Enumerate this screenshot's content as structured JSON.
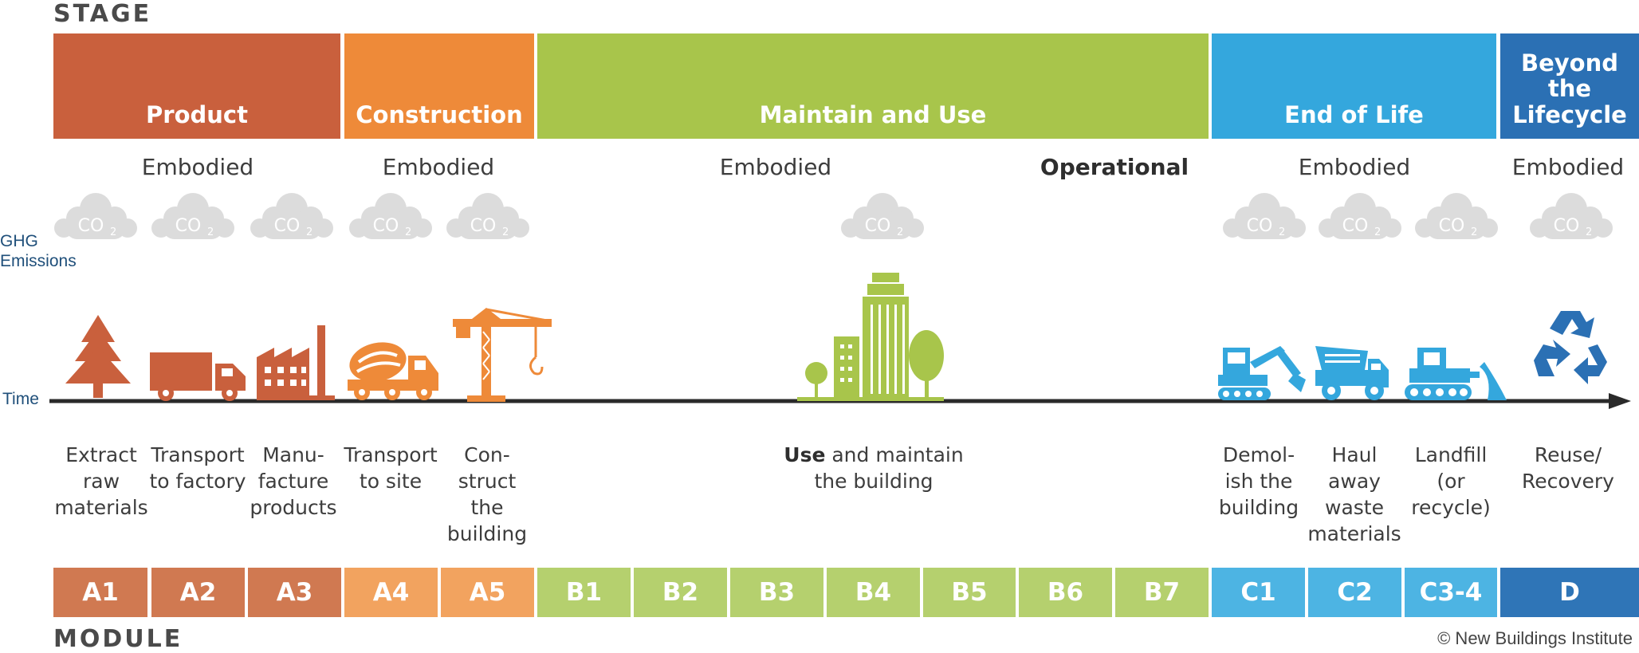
{
  "stage_label": "STAGE",
  "module_label": "MODULE",
  "ghg_label_1": "GHG",
  "ghg_label_2": "Emissions",
  "time_label": "Time",
  "copyright": "© New Buildings Institute",
  "cloud_text": "CO",
  "cloud_sub": "2",
  "stages": [
    {
      "label": "Product",
      "color": "#c9603d"
    },
    {
      "label": "Construction",
      "color": "#ee8a39"
    },
    {
      "label": "Maintain and Use",
      "color": "#a8c54b"
    },
    {
      "label": "End of Life",
      "color": "#34a7dd"
    },
    {
      "label": "Beyond the Lifecycle",
      "color": "#2b70b4"
    }
  ],
  "emission_types": [
    {
      "label": "Embodied"
    },
    {
      "label": "Embodied"
    },
    {
      "label": "Embodied"
    },
    {
      "label": "Operational"
    },
    {
      "label": "Embodied"
    },
    {
      "label": "Embodied"
    }
  ],
  "descriptions": [
    {
      "text": "Extract\nraw\nmaterials"
    },
    {
      "text": "Transport\nto factory"
    },
    {
      "text": "Manu-\nfacture\nproducts"
    },
    {
      "text": "Transport\nto site"
    },
    {
      "text": "Con-\nstruct\nthe\nbuilding"
    },
    {
      "bold": "Use",
      "text": " and maintain\nthe building"
    },
    {
      "text": "Demol-\nish the\nbuilding"
    },
    {
      "text": "Haul\naway\nwaste\nmaterials"
    },
    {
      "text": "Landfill\n(or\nrecycle)"
    },
    {
      "text": "Reuse/\nRecovery"
    }
  ],
  "icons": [
    "tree-icon",
    "truck-icon",
    "factory-icon",
    "cement-mixer-icon",
    "crane-icon",
    "building-icon",
    "excavator-icon",
    "dump-truck-icon",
    "bulldozer-icon",
    "recycle-icon"
  ],
  "modules": [
    {
      "label": "A1",
      "color": "#d07951"
    },
    {
      "label": "A2",
      "color": "#d07951"
    },
    {
      "label": "A3",
      "color": "#d07951"
    },
    {
      "label": "A4",
      "color": "#f2a35f"
    },
    {
      "label": "A5",
      "color": "#f2a35f"
    },
    {
      "label": "B1",
      "color": "#b5d06e"
    },
    {
      "label": "B2",
      "color": "#b5d06e"
    },
    {
      "label": "B3",
      "color": "#b5d06e"
    },
    {
      "label": "B4",
      "color": "#b5d06e"
    },
    {
      "label": "B5",
      "color": "#b5d06e"
    },
    {
      "label": "B6",
      "color": "#b5d06e"
    },
    {
      "label": "B7",
      "color": "#b5d06e"
    },
    {
      "label": "C1",
      "color": "#4db4e3"
    },
    {
      "label": "C2",
      "color": "#4db4e3"
    },
    {
      "label": "C3-4",
      "color": "#4db4e3"
    },
    {
      "label": "D",
      "color": "#2f75b7"
    }
  ]
}
